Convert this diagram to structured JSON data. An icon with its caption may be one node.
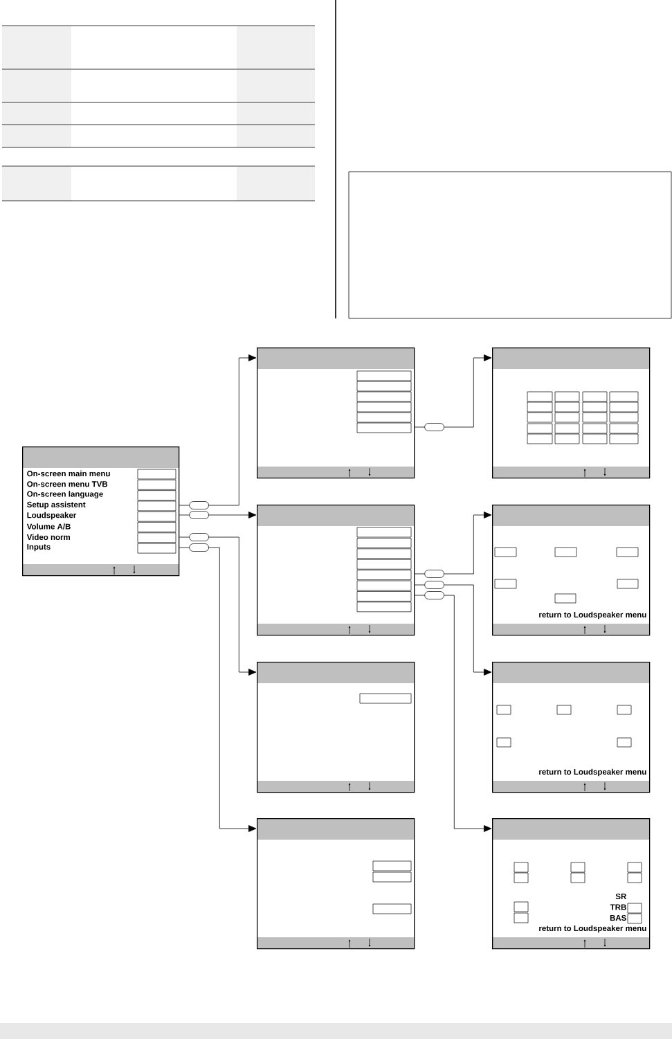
{
  "diagram": {
    "nodes": [
      {
        "text": [
          "On-screen main menu",
          "On-screen menu TVB",
          "On-screen language",
          "Setup assistent",
          "Loudspeaker",
          "Volume A/B",
          "Video norm",
          "Inputs"
        ]
      },
      {
        "text": [],
        "shape": "box"
      },
      {
        "text": [],
        "shape": "box"
      },
      {
        "text": [],
        "shape": "box"
      },
      {
        "text": [
          "return to Loudspeaker menu"
        ]
      },
      {
        "text": [],
        "shape": "box"
      },
      {
        "text": [
          "return to Loudspeaker menu"
        ]
      },
      {
        "text": [],
        "shape": "box"
      },
      {
        "text": [
          "SR",
          "TRB",
          "BAS",
          "return to Loudspeaker menu"
        ]
      }
    ],
    "edges": [
      {
        "from": 0,
        "to": 1,
        "arrow": "to"
      },
      {
        "from": 0,
        "to": 3,
        "arrow": "to"
      },
      {
        "from": 0,
        "to": 5,
        "arrow": "to"
      },
      {
        "from": 0,
        "to": 7,
        "arrow": "to"
      },
      {
        "from": 1,
        "to": 2,
        "arrow": "to"
      },
      {
        "from": 3,
        "to": 4,
        "arrow": "to"
      },
      {
        "from": 3,
        "to": 6,
        "arrow": "to"
      },
      {
        "from": 3,
        "to": 8,
        "arrow": "to"
      }
    ]
  }
}
